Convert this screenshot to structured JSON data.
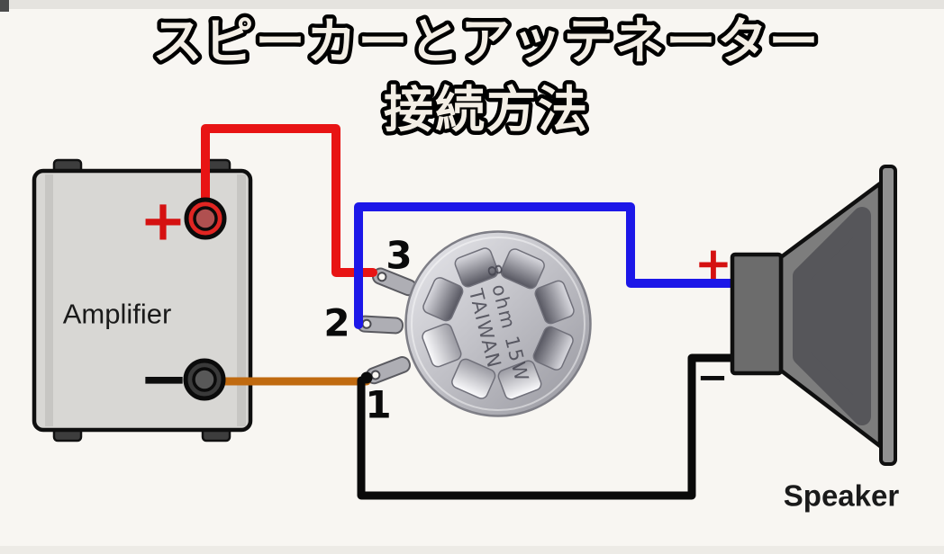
{
  "title": {
    "line1": "スピーカーとアッテネーター",
    "line2": "接続方法"
  },
  "amplifier": {
    "label": "Amplifier",
    "plus_label": "+",
    "minus_label": "−"
  },
  "attenuator": {
    "stamp_line1": "8 ohm 15W",
    "stamp_line2": "TAIWAN",
    "terminal_1": "1",
    "terminal_2": "2",
    "terminal_3": "3"
  },
  "speaker": {
    "label": "Speaker",
    "plus_label": "+",
    "minus_label": "−"
  },
  "wires": {
    "amp_plus_to_terminal3": "#e81414",
    "terminal2_to_speaker_plus": "#1c17e8",
    "amp_minus_to_terminal1": "#c06a10",
    "terminal1_to_speaker_minus": "#0a0a0a"
  },
  "colors": {
    "plus_red": "#d51111",
    "background": "#f8f6f2"
  }
}
